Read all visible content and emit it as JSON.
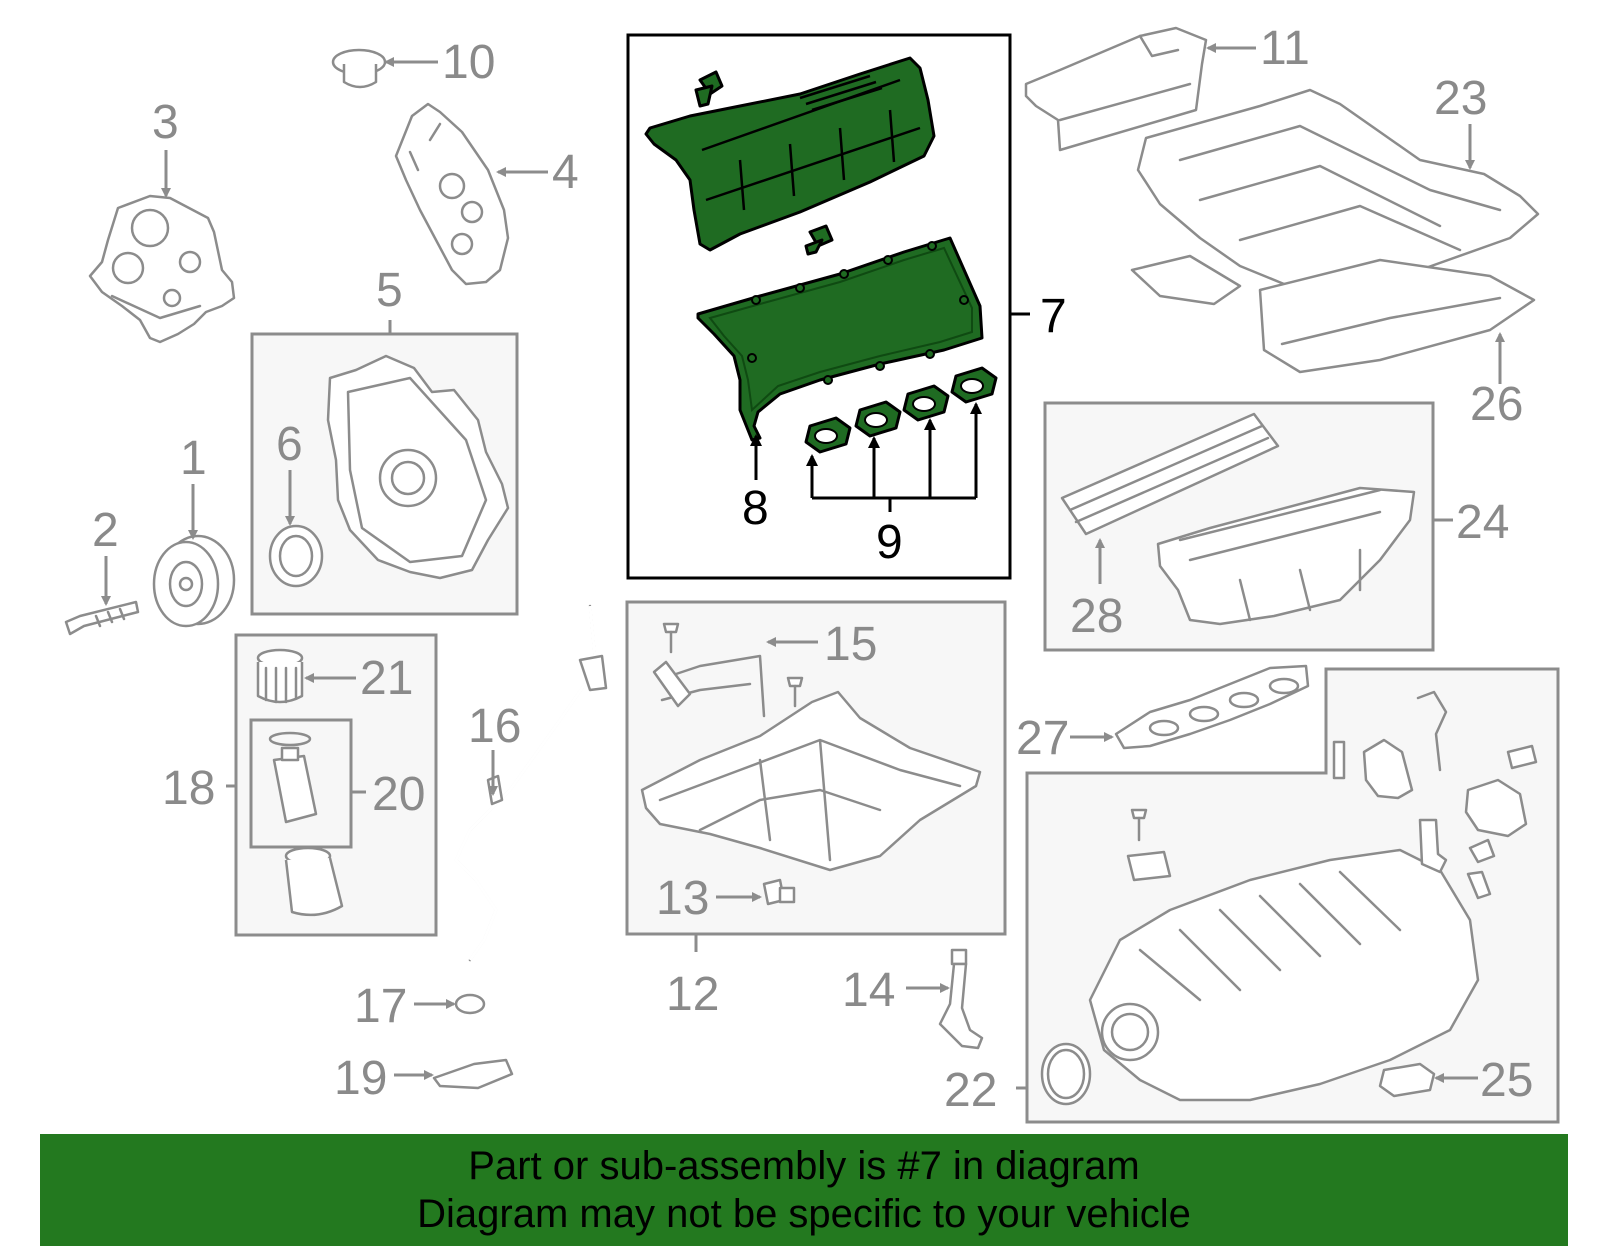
{
  "banner": {
    "line1": "Part or sub-assembly is #7 in diagram",
    "line2": "Diagram may not be specific to your vehicle"
  },
  "highlight_color": "#1f6b22",
  "banner_color": "#23791f",
  "callouts": {
    "c1": "1",
    "c2": "2",
    "c3": "3",
    "c4": "4",
    "c5": "5",
    "c6": "6",
    "c7": "7",
    "c8": "8",
    "c9": "9",
    "c10": "10",
    "c11": "11",
    "c12": "12",
    "c13": "13",
    "c14": "14",
    "c15": "15",
    "c16": "16",
    "c17": "17",
    "c18": "18",
    "c19": "19",
    "c20": "20",
    "c21": "21",
    "c22": "22",
    "c23": "23",
    "c24": "24",
    "c25": "25",
    "c26": "26",
    "c27": "27",
    "c28": "28"
  }
}
